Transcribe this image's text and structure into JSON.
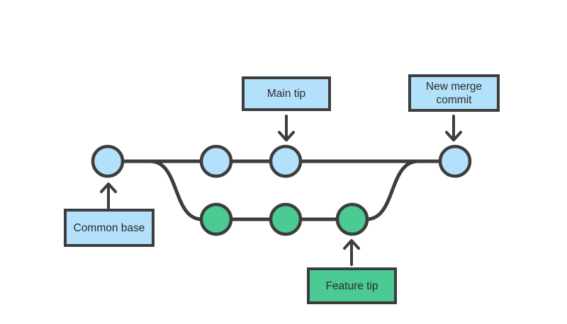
{
  "diagram": {
    "type": "git-branch-merge-diagram",
    "labels": {
      "main_tip": "Main tip",
      "new_merge_commit": "New merge\ncommit",
      "common_base": "Common base",
      "feature_tip": "Feature tip"
    },
    "branches": {
      "main": {
        "commit_count": 4,
        "commit_color": "#b3e1fb"
      },
      "feature": {
        "commit_count": 3,
        "commit_color": "#4bcb93"
      }
    },
    "annotations": [
      {
        "label": "Common base",
        "arrow_direction": "up",
        "points_to": "first commit on main line"
      },
      {
        "label": "Main tip",
        "arrow_direction": "down",
        "points_to": "third commit on main line"
      },
      {
        "label": "Feature tip",
        "arrow_direction": "up",
        "points_to": "last commit on feature line"
      },
      {
        "label": "New merge\ncommit",
        "arrow_direction": "down",
        "points_to": "merge commit at end of main line"
      }
    ],
    "colors": {
      "background": "#ffffff",
      "stroke": "#3d3d3d",
      "commit_blue": "#b3e1fb",
      "commit_green": "#4bcb93",
      "text": "#2b2b2b"
    }
  }
}
